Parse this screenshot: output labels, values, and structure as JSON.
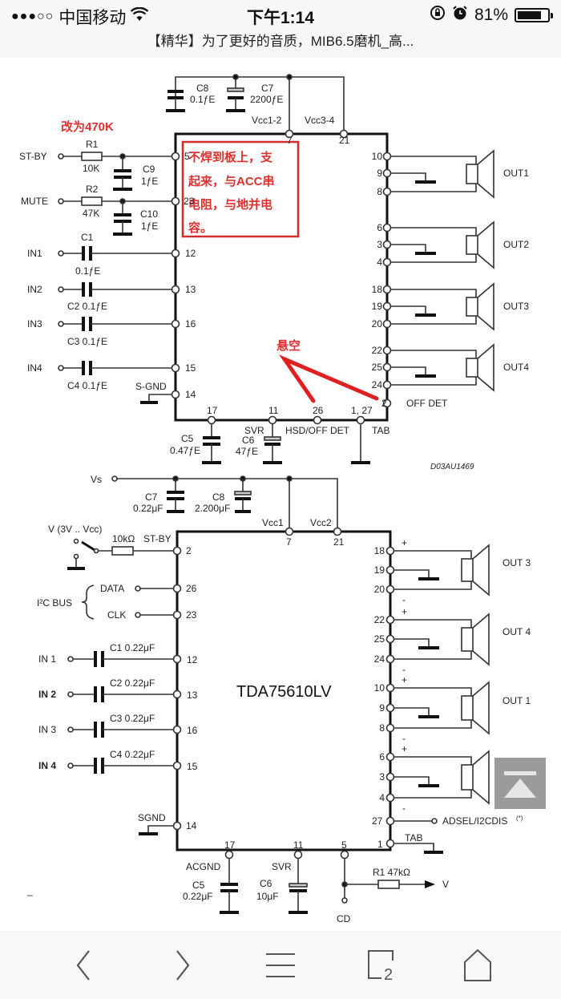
{
  "status_bar": {
    "signal": "●●●○○",
    "carrier": "中国移动",
    "wifi_icon": "wifi-icon",
    "time": "下午1:14",
    "orientation_lock_icon": "orientation-lock-icon",
    "alarm_icon": "alarm-icon",
    "battery_percent": "81%",
    "battery_level": 0.81
  },
  "page_title": "【精华】为了更好的音质，MIB6.5磨机_高...",
  "schematic_top": {
    "annotations": {
      "resistor_note": "改为470K",
      "box_note_lines": [
        "不焊到板上，支",
        "起来，与ACC串",
        "电阻，与地并电",
        "容。"
      ],
      "float_note": "悬空",
      "accent_color": "#e02020"
    },
    "caps_top": [
      {
        "name": "C8",
        "value": "0.1ƒE"
      },
      {
        "name": "C7",
        "value": "2200ƒE"
      }
    ],
    "supply_labels": [
      "Vcc1-2",
      "Vcc3-4"
    ],
    "supply_pins": [
      "7",
      "21"
    ],
    "left_inputs": [
      {
        "label": "ST-BY",
        "part": "R1",
        "value": "10K",
        "pin": "5",
        "cap": "C9",
        "cap_value": "1ƒE"
      },
      {
        "label": "MUTE",
        "part": "R2",
        "value": "47K",
        "pin": "23",
        "cap": "C10",
        "cap_value": "1ƒE"
      },
      {
        "label": "IN1",
        "part": "C1",
        "value": "0.1ƒE",
        "pin": "12"
      },
      {
        "label": "IN2",
        "part": "C2 0.1ƒE",
        "value": "",
        "pin": "13"
      },
      {
        "label": "IN3",
        "part": "C3 0.1ƒE",
        "value": "",
        "pin": "16"
      },
      {
        "label": "IN4",
        "part": "C4 0.1ƒE",
        "value": "",
        "pin": "15"
      }
    ],
    "sgnd_label": "S-GND",
    "sgnd_pin": "14",
    "outputs": [
      {
        "label": "OUT1",
        "pins": [
          "10",
          "9",
          "8"
        ]
      },
      {
        "label": "OUT2",
        "pins": [
          "6",
          "3",
          "4"
        ]
      },
      {
        "label": "OUT3",
        "pins": [
          "18",
          "19",
          "20"
        ]
      },
      {
        "label": "OUT4",
        "pins": [
          "22",
          "25",
          "24"
        ]
      }
    ],
    "offdet_pin": "2",
    "offdet_label": "OFF DET",
    "bottom_pins": [
      "17",
      "11",
      "26",
      "1, 27"
    ],
    "bottom_labels": {
      "svr": "SVR",
      "hsd": "HSD/OFF DET",
      "tab": "TAB"
    },
    "bottom_caps": [
      {
        "name": "C5",
        "value": "0.47ƒE"
      },
      {
        "name": "C6",
        "value": "47ƒE"
      }
    ],
    "drawing_code": "D03AU1469"
  },
  "schematic_bottom": {
    "chip_name": "TDA75610LV",
    "vs_label": "Vs",
    "caps_top": [
      {
        "name": "C7",
        "value": "0.22μF"
      },
      {
        "name": "C8",
        "value": "2.200μF"
      }
    ],
    "supply_labels": [
      "Vcc1",
      "Vcc2"
    ],
    "supply_pins": [
      "7",
      "21"
    ],
    "standby": {
      "source": "V (3V .. Vcc)",
      "resistor": "10kΩ",
      "label": "ST-BY",
      "pin": "2"
    },
    "i2c": {
      "label": "I²C BUS",
      "data": "DATA",
      "data_pin": "26",
      "clk": "CLK",
      "clk_pin": "23"
    },
    "inputs": [
      {
        "label": "IN 1",
        "cap": "C1 0.22μF",
        "pin": "12"
      },
      {
        "label": "IN 2",
        "cap": "C2 0.22μF",
        "pin": "13"
      },
      {
        "label": "IN 3",
        "cap": "C3 0.22μF",
        "pin": "16"
      },
      {
        "label": "IN 4",
        "cap": "C4 0.22μF",
        "pin": "15"
      }
    ],
    "sgnd_label": "SGND",
    "sgnd_pin": "14",
    "outputs": [
      {
        "label": "OUT 3",
        "pins": [
          "18",
          "19",
          "20"
        ]
      },
      {
        "label": "OUT 4",
        "pins": [
          "22",
          "25",
          "24"
        ]
      },
      {
        "label": "OUT 1",
        "pins": [
          "10",
          "9",
          "8"
        ]
      },
      {
        "label": "",
        "pins": [
          "6",
          "3",
          "4"
        ]
      }
    ],
    "plus": "+",
    "minus": "-",
    "adsel_pin": "27",
    "adsel_label": "ADSEL/I2CDIS",
    "adsel_note": "(*)",
    "tab_pin": "1",
    "tab_label": "TAB",
    "bottom_pins": [
      "17",
      "11",
      "5"
    ],
    "acgnd_label": "ACGND",
    "svr_label": "SVR",
    "bottom_caps": [
      {
        "name": "C5",
        "value": "0.22μF"
      },
      {
        "name": "C6",
        "value": "10μF"
      }
    ],
    "r1_label": "R1  47kΩ",
    "v_label": "V",
    "cd_label": "CD",
    "stray_dash": "–"
  },
  "scroll_top_icon": "scroll-to-top-icon",
  "toolbar": {
    "back_icon": "back-icon",
    "forward_icon": "forward-icon",
    "menu_icon": "menu-icon",
    "tabs_icon": "tabs-icon",
    "tabs_count": "2",
    "home_icon": "home-icon"
  }
}
